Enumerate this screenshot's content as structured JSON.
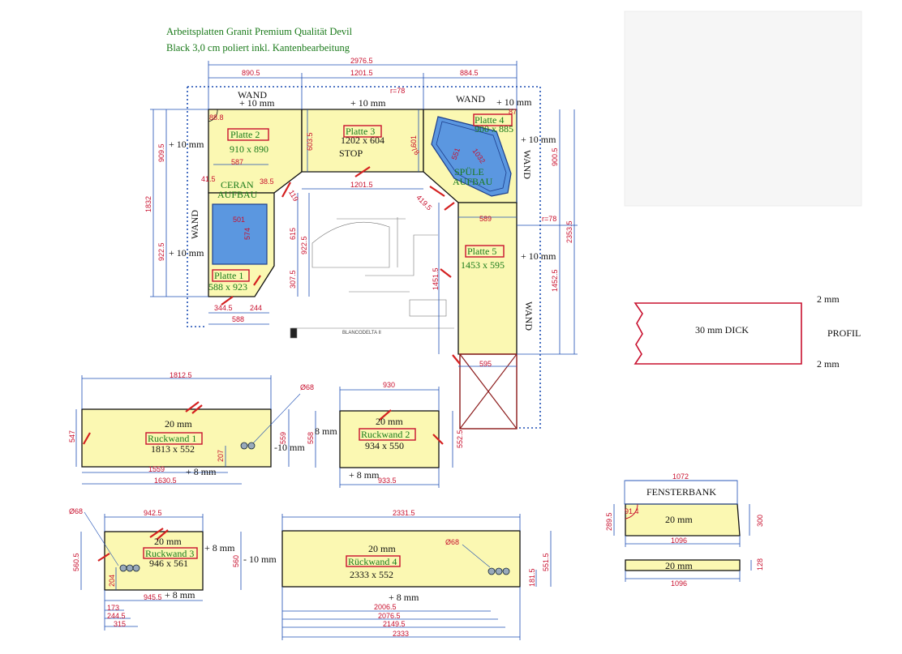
{
  "title": {
    "line1": "Arbeitsplatten Granit Premium Qualität Devil",
    "line2": "Black 3,0 cm poliert inkl. Kantenbearbeitung"
  },
  "colors": {
    "slab_fill": "#fbf8b2",
    "sink_fill": "#5b97e0",
    "label_green": "#1a7a1a",
    "dimension_red": "#c8102e",
    "dimension_line_blue": "#1e4fb4",
    "profile_outline": "#c8102e"
  },
  "plates": {
    "p1": {
      "name": "Platte 1",
      "size": "588 x 923"
    },
    "p2": {
      "name": "Platte 2",
      "size": "910 x 890"
    },
    "p3": {
      "name": "Platte 3",
      "size": "1202 x 604"
    },
    "p4": {
      "name": "Platte 4",
      "size": "900 x 885"
    },
    "p5": {
      "name": "Platte 5",
      "size": "1453 x 595"
    }
  },
  "labels": {
    "wand": "WAND",
    "plus10": "+ 10 mm",
    "stop": "STOP",
    "ceran1": "CERAN",
    "ceran2": "AUFBAU",
    "spuele1": "SPÜLE",
    "spuele2": "AUFBAU",
    "blanco": "BLANCODELTA II"
  },
  "dims_top": {
    "total": "2976.5",
    "seg1": "890.5",
    "seg2": "1201.5",
    "seg3": "884.5",
    "r78a": "r=78",
    "r78b": "r=78",
    "d88_8": "88.8",
    "d87": "87",
    "d587": "587",
    "d41_5": "41.5",
    "d38_5": "38.5",
    "d119": "119",
    "d1201_5": "1201.5",
    "d419_5": "419.5",
    "d603_5": "603.5",
    "d601": "601",
    "d78": "78",
    "d551": "551",
    "d1032": "1032",
    "d589": "589",
    "d501": "501",
    "d574": "574",
    "d615": "615",
    "d922_5a": "922.5",
    "d922_5b": "922.5",
    "d307_5": "307.5",
    "d344_5": "344.5",
    "d244": "244",
    "d588": "588",
    "d909_5": "909.5",
    "d1832": "1832",
    "d900_5": "900.5",
    "d2353_5": "2353.5",
    "d1452_5": "1452.5",
    "d1451_5": "1451.5",
    "d595": "595"
  },
  "profile": {
    "text": "30 mm DICK",
    "label": "PROFIL",
    "top": "2 mm",
    "bottom": "2 mm"
  },
  "ruckwand1": {
    "name": "Ruckwand 1",
    "size": "1813 x 552",
    "thick": "20 mm",
    "w_top": "1812.5",
    "h_left": "547",
    "h_right": "559",
    "hole": "Ø68",
    "minus10": "-10 mm",
    "d207": "207",
    "d1559": "1559",
    "plus8": "+ 8 mm",
    "d1630_5": "1630.5"
  },
  "ruckwand2": {
    "name": "Ruckwand 2",
    "size": "934 x 550",
    "thick": "20 mm",
    "w_top": "930",
    "h_left": "558",
    "h_right": "552.5",
    "left8": "8 mm",
    "plus8": "+ 8 mm",
    "w_bottom": "933.5"
  },
  "ruckwand3": {
    "name": "Ruckwand 3",
    "size": "946 x 561",
    "thick": "20 mm",
    "w_top": "942.5",
    "h_left": "560.5",
    "h_right": "560",
    "hole": "Ø68",
    "right8": "+ 8 mm",
    "plus8": "+ 8 mm",
    "d204": "204",
    "d945_5": "945.5",
    "d173": "173",
    "d244_5": "244.5",
    "d315": "315"
  },
  "ruckwand4": {
    "name": "Rückwand 4",
    "size": "2333 x 552",
    "thick": "20 mm",
    "w_top": "2331.5",
    "minus10": "- 10 mm",
    "hole": "Ø68",
    "h_right": "551.5",
    "d181_5": "181.5",
    "plus8": "+ 8 mm",
    "d2006_5": "2006.5",
    "d2076_5": "2076.5",
    "d2149_5": "2149.5",
    "d2333": "2333"
  },
  "fensterbank": {
    "name": "FENSTERBANK",
    "thick": "20 mm",
    "w_top": "1072",
    "d91_4": "91.4",
    "h_left": "289.5",
    "h_right": "300",
    "w_bottom": "1096",
    "strip_thick": "20 mm",
    "strip_h": "128",
    "strip_w": "1096"
  }
}
